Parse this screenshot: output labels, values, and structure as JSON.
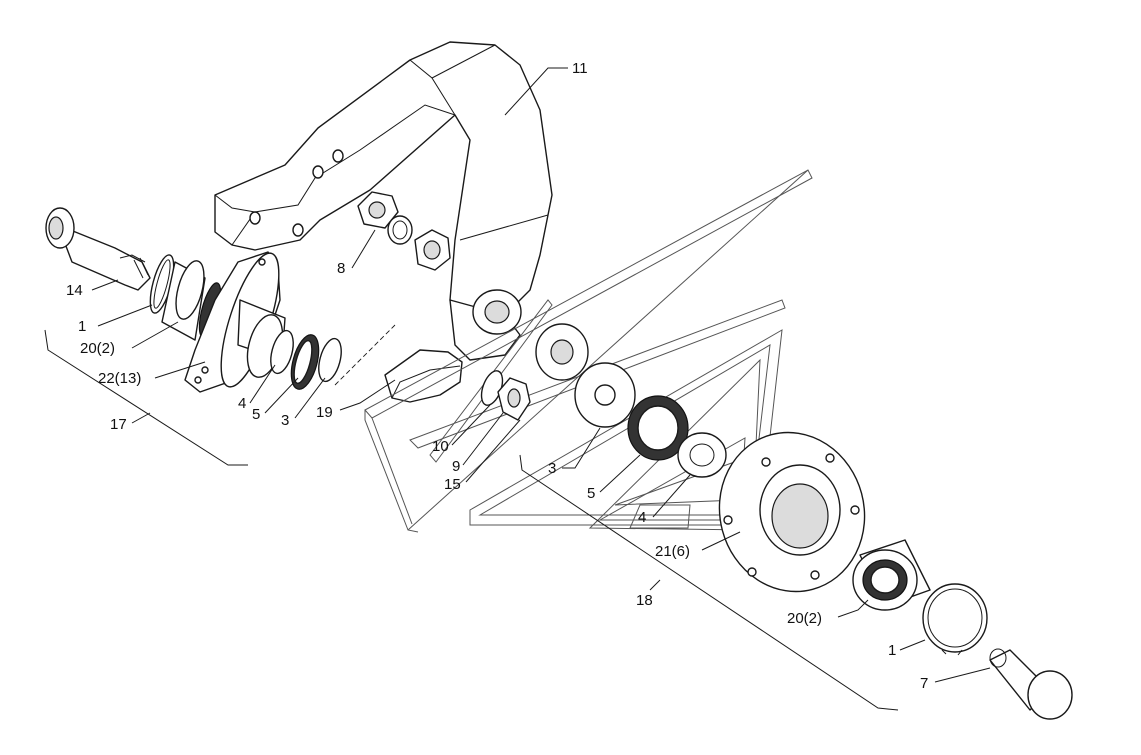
{
  "callouts": {
    "c11": "11",
    "c8": "8",
    "c14": "14",
    "c1a": "1",
    "c20a": "20(2)",
    "c22": "22(13)",
    "c17": "17",
    "c4a": "4",
    "c5a": "5",
    "c3a": "3",
    "c19": "19",
    "c10": "10",
    "c9": "9",
    "c15": "15",
    "c3b": "3",
    "c5b": "5",
    "c4b": "4",
    "c21": "21(6)",
    "c18": "18",
    "c20b": "20(2)",
    "c1b": "1",
    "c7": "7"
  }
}
